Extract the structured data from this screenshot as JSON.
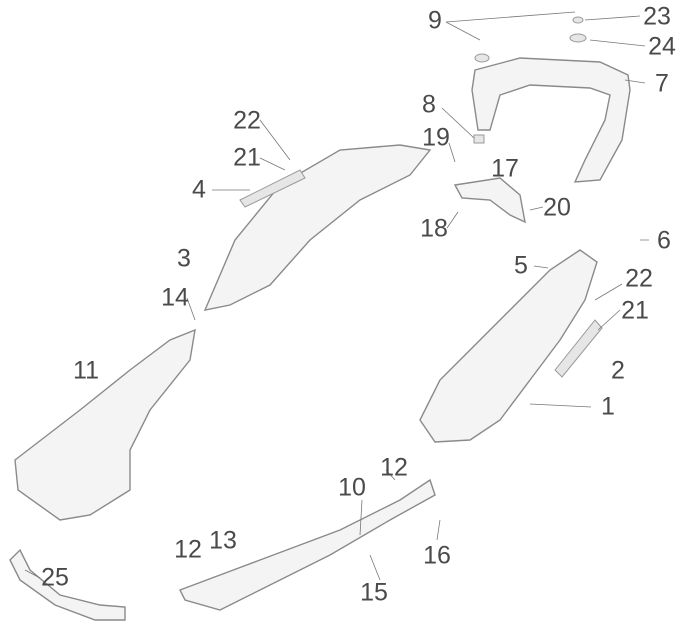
{
  "diagram": {
    "labels": [
      {
        "id": "9",
        "text": "9"
      },
      {
        "id": "23",
        "text": "23"
      },
      {
        "id": "24",
        "text": "24"
      },
      {
        "id": "7",
        "text": "7"
      },
      {
        "id": "8",
        "text": "8"
      },
      {
        "id": "19",
        "text": "19"
      },
      {
        "id": "17",
        "text": "17"
      },
      {
        "id": "22a",
        "text": "22"
      },
      {
        "id": "21a",
        "text": "21"
      },
      {
        "id": "4",
        "text": "4"
      },
      {
        "id": "20",
        "text": "20"
      },
      {
        "id": "18",
        "text": "18"
      },
      {
        "id": "6",
        "text": "6"
      },
      {
        "id": "3",
        "text": "3"
      },
      {
        "id": "5",
        "text": "5"
      },
      {
        "id": "22b",
        "text": "22"
      },
      {
        "id": "14",
        "text": "14"
      },
      {
        "id": "21b",
        "text": "21"
      },
      {
        "id": "11",
        "text": "11"
      },
      {
        "id": "2",
        "text": "2"
      },
      {
        "id": "1",
        "text": "1"
      },
      {
        "id": "10",
        "text": "10"
      },
      {
        "id": "12a",
        "text": "12"
      },
      {
        "id": "13",
        "text": "13"
      },
      {
        "id": "12b",
        "text": "12"
      },
      {
        "id": "16",
        "text": "16"
      },
      {
        "id": "25",
        "text": "25"
      },
      {
        "id": "15",
        "text": "15"
      }
    ]
  }
}
